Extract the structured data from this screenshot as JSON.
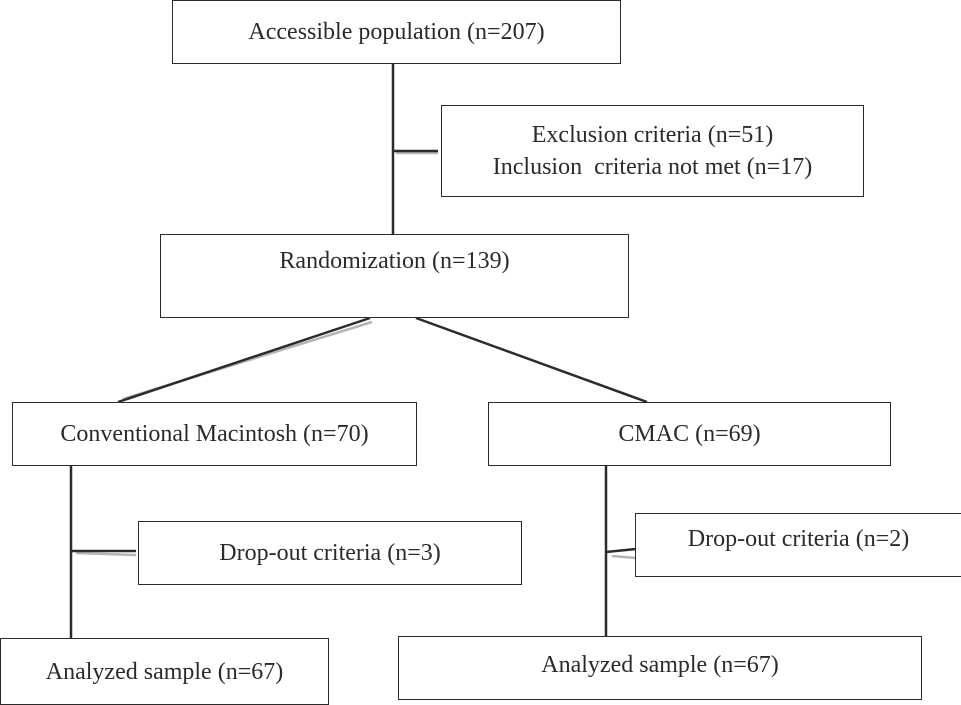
{
  "diagram": {
    "population": {
      "label": "Accessible population (n=207)"
    },
    "exclusion": {
      "line1": "Exclusion criteria (n=51)",
      "line2": "Inclusion  criteria not met (n=17)"
    },
    "randomization": {
      "label": "Randomization (n=139)"
    },
    "conventional": {
      "label": "Conventional Macintosh (n=70)"
    },
    "cmac": {
      "label": "CMAC (n=69)"
    },
    "dropout_left": {
      "label": "Drop-out criteria (n=3)"
    },
    "dropout_right": {
      "label": "Drop-out criteria (n=2)"
    },
    "analyzed_left": {
      "label": "Analyzed sample (n=67)"
    },
    "analyzed_right": {
      "label": "Analyzed sample (n=67)"
    }
  },
  "colors": {
    "line": "#2b2b2b",
    "shadow": "#b5b5b5"
  }
}
